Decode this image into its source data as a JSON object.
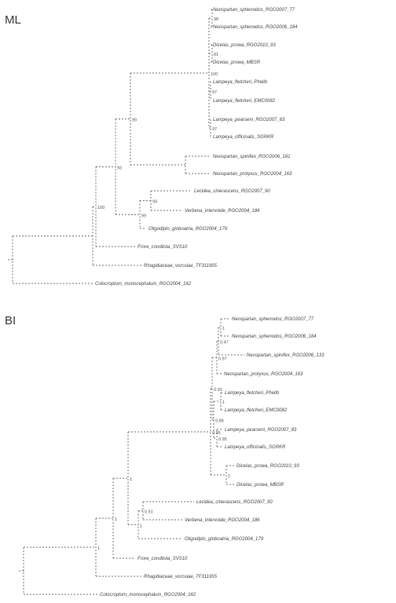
{
  "panels": [
    {
      "label": "ML",
      "taxa": [
        "Neospartan_sphenodos_RGO2007_77",
        "Neospartan_sphenodos_RGO2006_184",
        "Dicelas_prowa_RGO2010_93",
        "Dicelas_prowa_MBSR",
        "Lampeya_fletcheri_Phelib",
        "Lampeya_fletcheri_EMC0082",
        "Lampeya_pearseni_RGO2007_83",
        "Lampeya_officinalis_SGRKR",
        "Neospartan_spinifex_RGO2006_181",
        "Neospartan_prolyxus_RGO2004_163",
        "Lecidea_cinerascens_RGO2007_90",
        "Verbena_intervoide_RGO2004_186",
        "Oligodiplo_globoatria_RGO2004_179",
        "Frore_condilola_SVS10",
        "Rhagidiaceae_vorcuiae_TF311955",
        "Colocroptum_monocephalum_RGO2004_162"
      ],
      "supports": [
        "98",
        "81",
        "100",
        "97",
        "97",
        "99",
        "99",
        "99",
        "93",
        "100"
      ]
    },
    {
      "label": "BI",
      "taxa": [
        "Neospartan_sphenodos_RGO2007_77",
        "Neospartan_sphenodos_RGO2006_184",
        "Neospartan_spinifex_RGO2006_133",
        "Neospartan_prolyxus_RGO2004_163",
        "Lampeya_fletcheri_Phelib",
        "Lampeya_fletcheri_EMC0082",
        "Lampeya_pearseni_RGO2007_83",
        "Lampeya_officinalis_SGRKR",
        "Dicelas_prowa_RGO2010_93",
        "Dicelas_prowa_MBSR",
        "Lecidea_cinerascens_RGO2007_90",
        "Verbena_intervoide_RGO2004_186",
        "Oligodiplo_globoatria_RGO2004_179",
        "Frore_condilola_SVS10",
        "Rhagidiaceae_vorcuiae_TF311955",
        "Colocroptum_monocephalum_RGO2004_162"
      ],
      "supports": [
        "1",
        "0.47",
        "0.97",
        "0.93",
        "1",
        "0.95",
        "0.88",
        "0.95",
        "1",
        "1",
        "0.91",
        "1",
        "1",
        "1"
      ]
    }
  ]
}
